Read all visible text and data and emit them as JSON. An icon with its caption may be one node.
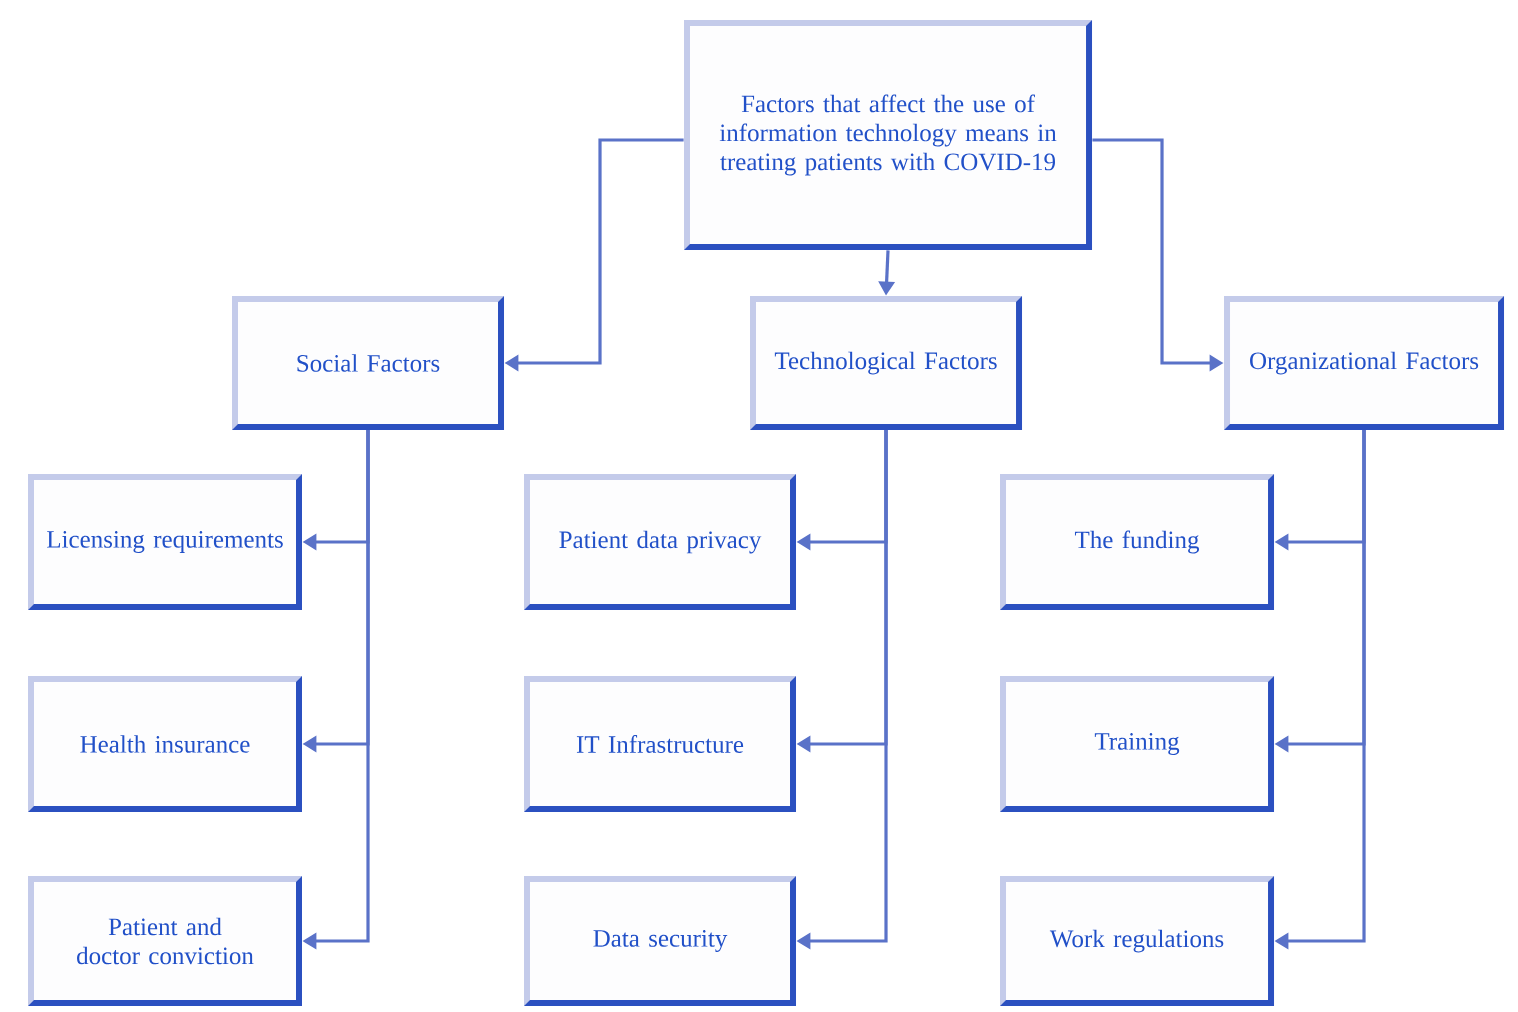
{
  "diagram": {
    "nodes": [
      {
        "text": [
          "Factors that affect the use of information technology means in treating patients with COVID-19"
        ]
      },
      {
        "text": [
          "Social Factors"
        ]
      },
      {
        "text": [
          "Technological Factors"
        ]
      },
      {
        "text": [
          "Organizational Factors"
        ]
      },
      {
        "text": [
          "Licensing requirements"
        ]
      },
      {
        "text": [
          "Health insurance"
        ]
      },
      {
        "text": [
          "Patient and doctor conviction"
        ]
      },
      {
        "text": [
          "Patient data privacy"
        ]
      },
      {
        "text": [
          "IT Infrastructure"
        ]
      },
      {
        "text": [
          "Data security"
        ]
      },
      {
        "text": [
          "The funding"
        ]
      },
      {
        "text": [
          "Training"
        ]
      },
      {
        "text": [
          "Work regulations"
        ]
      }
    ],
    "edges": [
      {
        "from": 0,
        "to": 1,
        "arrow": "to"
      },
      {
        "from": 0,
        "to": 2,
        "arrow": "to"
      },
      {
        "from": 0,
        "to": 3,
        "arrow": "to"
      },
      {
        "from": 1,
        "to": 4,
        "arrow": "to"
      },
      {
        "from": 1,
        "to": 5,
        "arrow": "to"
      },
      {
        "from": 1,
        "to": 6,
        "arrow": "to"
      },
      {
        "from": 2,
        "to": 7,
        "arrow": "to"
      },
      {
        "from": 2,
        "to": 8,
        "arrow": "to"
      },
      {
        "from": 2,
        "to": 9,
        "arrow": "to"
      },
      {
        "from": 3,
        "to": 10,
        "arrow": "to"
      },
      {
        "from": 3,
        "to": 11,
        "arrow": "to"
      },
      {
        "from": 3,
        "to": 12,
        "arrow": "to"
      }
    ]
  }
}
